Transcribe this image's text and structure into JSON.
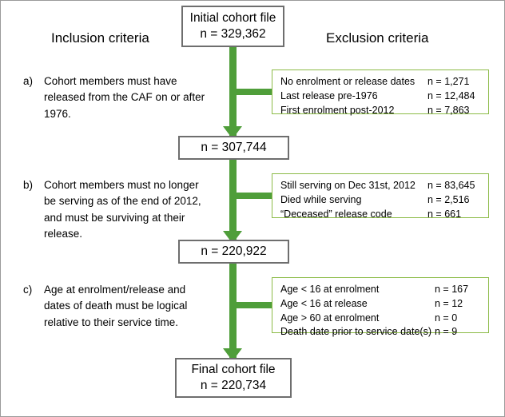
{
  "figure": {
    "headings": {
      "inclusion": "Inclusion criteria",
      "exclusion": "Exclusion criteria"
    },
    "flow_boxes": {
      "initial": {
        "title": "Initial cohort file",
        "count": "n = 329,362"
      },
      "after_a": {
        "count": "n = 307,744"
      },
      "after_b": {
        "count": "n = 220,922"
      },
      "final": {
        "title": "Final cohort file",
        "count": "n = 220,734"
      }
    },
    "criteria": [
      {
        "marker": "a)",
        "text": "Cohort members must have released from the CAF on or after 1976."
      },
      {
        "marker": "b)",
        "text": "Cohort members must no longer be serving as of the end of 2012, and must be surviving at their release."
      },
      {
        "marker": "c)",
        "text": "Age at enrolment/release and dates of death must be logical relative to their service time."
      }
    ],
    "exclusions": [
      {
        "rows": [
          {
            "label": "No enrolment or release dates",
            "n": "n = 1,271"
          },
          {
            "label": "Last release pre-1976",
            "n": "n = 12,484"
          },
          {
            "label": "First enrolment post-2012",
            "n": "n = 7,863"
          }
        ]
      },
      {
        "rows": [
          {
            "label": "Still serving on Dec 31st, 2012",
            "n": "n = 83,645"
          },
          {
            "label": "Died while serving",
            "n": "n = 2,516"
          },
          {
            "label": "“Deceased” release code",
            "n": "n = 661"
          }
        ]
      },
      {
        "rows": [
          {
            "label": "Age < 16 at enrolment",
            "n": "n = 167"
          },
          {
            "label": "Age < 16 at release",
            "n": "n = 12"
          },
          {
            "label": "Age > 60 at enrolment",
            "n": "n = 0"
          },
          {
            "label": "Death date prior to service date(s)",
            "n": "n = 9"
          }
        ]
      }
    ],
    "colors": {
      "arrow_green": "#4f9e3a",
      "exclusion_border_green": "#8cbb47",
      "flow_box_border": "#6e6e6e"
    }
  }
}
